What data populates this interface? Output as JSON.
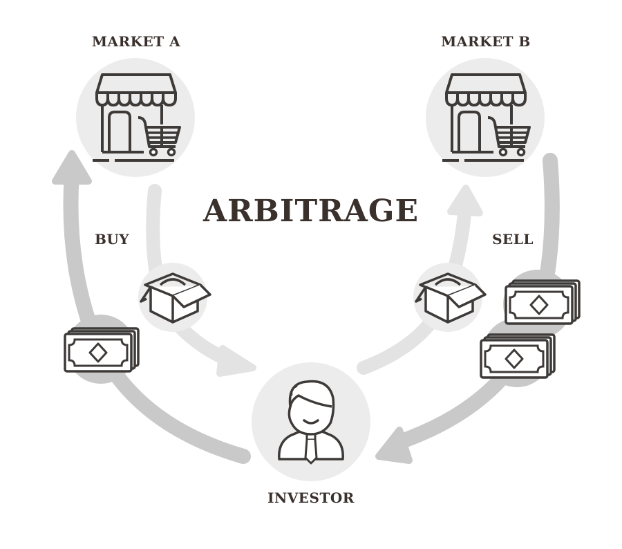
{
  "diagram": {
    "title": "ARBITRAGE",
    "nodes": {
      "market_a": {
        "label": "MARKET A",
        "icon": "storefront-with-cart-icon"
      },
      "market_b": {
        "label": "MARKET B",
        "icon": "storefront-with-cart-icon"
      },
      "investor": {
        "label": "INVESTOR",
        "icon": "businessman-icon"
      }
    },
    "flows": {
      "buy": {
        "label": "BUY"
      },
      "sell": {
        "label": "SELL"
      }
    },
    "edges": [
      {
        "from": "investor",
        "to": "market_a",
        "kind": "money",
        "icon": "banknote-stack-icon"
      },
      {
        "from": "market_a",
        "to": "investor",
        "kind": "goods",
        "icon": "open-box-icon"
      },
      {
        "from": "investor",
        "to": "market_b",
        "kind": "goods",
        "icon": "open-box-icon"
      },
      {
        "from": "market_b",
        "to": "investor",
        "kind": "money",
        "icon": "banknote-stack-icon"
      }
    ],
    "colors": {
      "text": "#3a302c",
      "icon_stroke": "#3d3a38",
      "circle_fill": "#ececec",
      "money_arrow": "#c9c9c9",
      "goods_arrow": "#e3e3e3",
      "background": "#ffffff"
    }
  }
}
